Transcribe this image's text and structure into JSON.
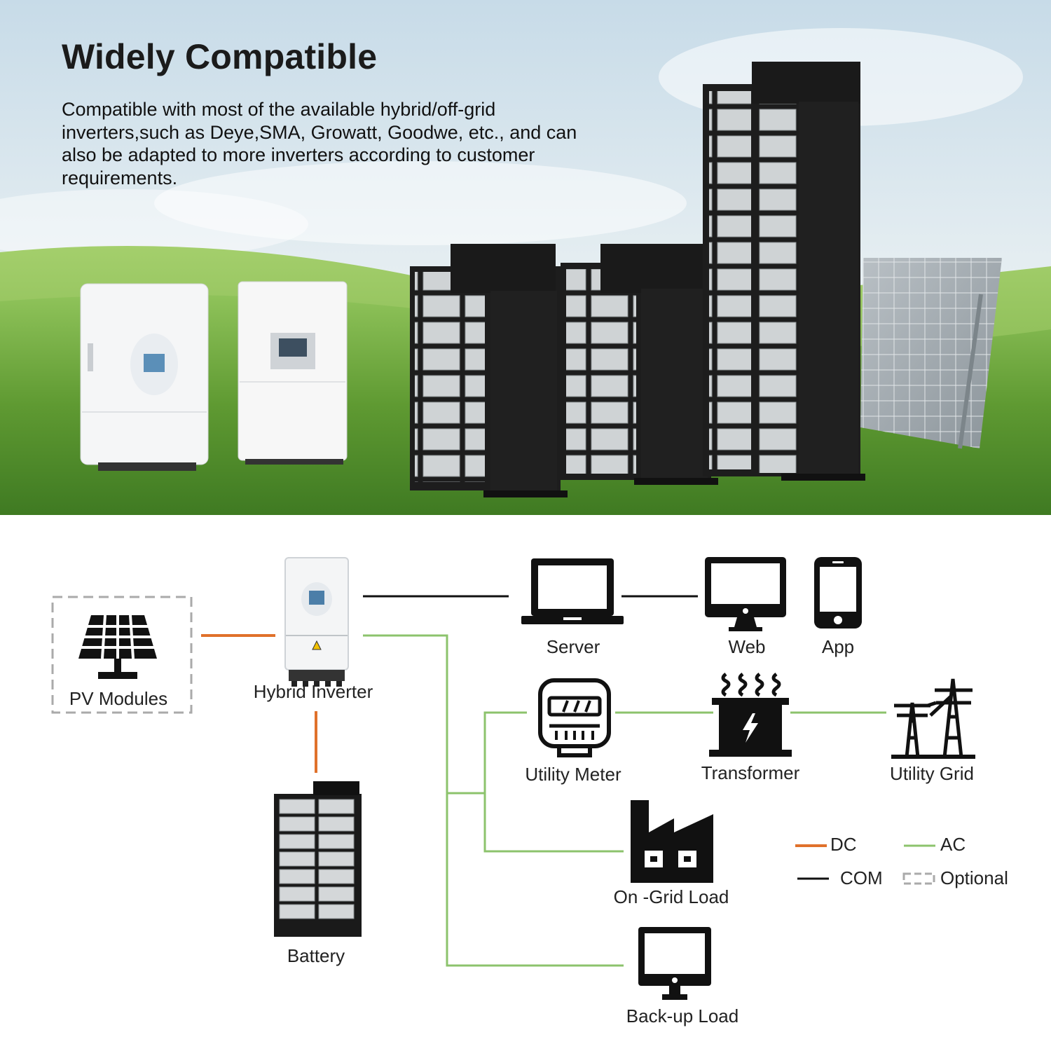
{
  "hero": {
    "title": "Widely Compatible",
    "description": "Compatible with most of the available hybrid/off-grid inverters,such as Deye,SMA, Growatt, Goodwe, etc., and can also be adapted to more inverters according to customer requirements."
  },
  "diagram": {
    "nodes": {
      "pv_modules": "PV Modules",
      "hybrid_inverter": "Hybrid Inverter",
      "battery": "Battery",
      "server": "Server",
      "web": "Web",
      "app": "App",
      "utility_meter": "Utility Meter",
      "transformer": "Transformer",
      "utility_grid": "Utility Grid",
      "on_grid_load": "On -Grid Load",
      "backup_load": "Back-up Load"
    },
    "legend": {
      "dc": "DC",
      "ac": "AC",
      "com": "COM",
      "optional": "Optional"
    },
    "colors": {
      "dc": "#e0712b",
      "ac": "#8cc36c",
      "com": "#111111",
      "optional": "#aaaaaa"
    }
  }
}
